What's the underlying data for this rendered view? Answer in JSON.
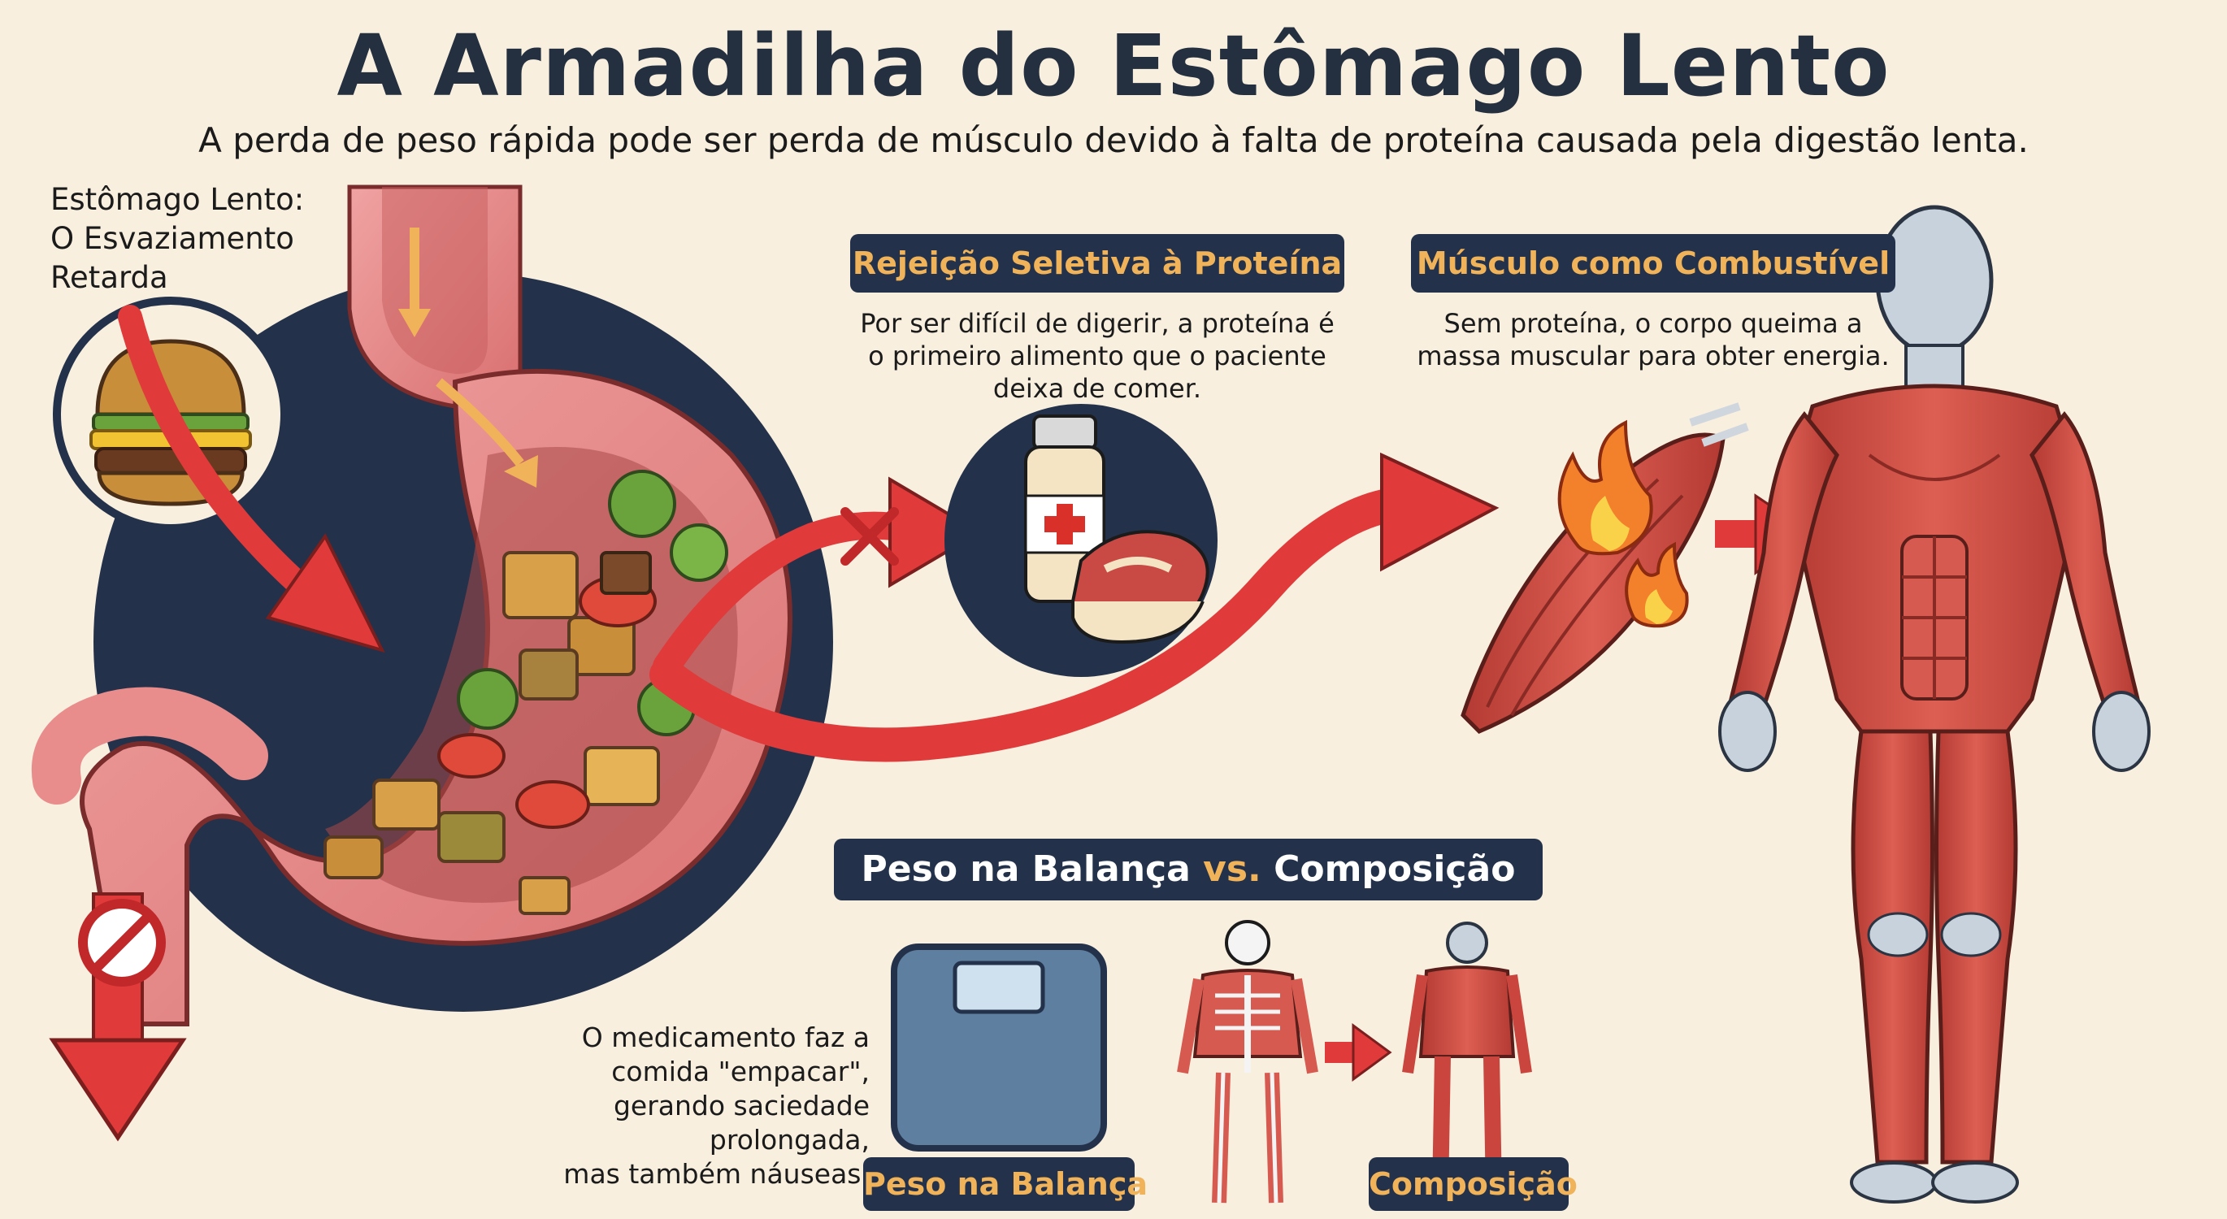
{
  "title": "A Armadilha do Estômago Lento",
  "subtitle": "A perda de peso rápida pode ser perda de músculo devido à falta de proteína causada pela digestão lenta.",
  "stomach_label": {
    "line1": "Estômago Lento:",
    "line2": "O Esvaziamento",
    "line3": "Retarda"
  },
  "panel_protein": {
    "heading": "Rejeição Seletiva à Proteína",
    "line1": "Por ser difícil de digerir, a proteína é",
    "line2": "o primeiro alimento que o paciente",
    "line3": "deixa de comer."
  },
  "panel_muscle": {
    "heading": "Músculo como Combustível",
    "line1": "Sem proteína, o corpo queima a",
    "line2": "massa muscular para obter energia."
  },
  "comparison": {
    "heading_left": "Peso na Balança",
    "heading_vs": "vs.",
    "heading_right": "Composição",
    "scale_label": "Peso na Balança",
    "composition_label": "Composição"
  },
  "medication_note": {
    "line1": "O medicamento faz a",
    "line2": "comida \"empacar\",",
    "line3": "gerando saciedade prolongada,",
    "line4": "mas também náuseas."
  },
  "colors": {
    "background": "#f8efdf",
    "navy": "#23324a",
    "accent_orange": "#f1b35a",
    "arrow_red": "#e03a3a",
    "muscle_red": "#c9453d",
    "stomach_pink": "#e98c8c"
  },
  "icons": [
    "burger-icon",
    "protein-bottle-icon",
    "steak-icon",
    "fire-icon",
    "no-entry-icon",
    "scale-icon",
    "skeleton-icon",
    "muscle-body-icon"
  ]
}
